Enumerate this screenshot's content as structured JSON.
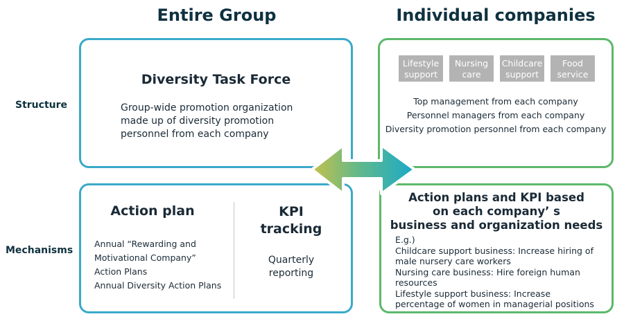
{
  "columns": {
    "left": "Entire Group",
    "right": "Individual companies"
  },
  "rows": {
    "structure": "Structure",
    "mechanisms": "Mechanisms"
  },
  "group_structure": {
    "title": "Diversity Task Force",
    "description": [
      "Group-wide promotion organization",
      "made up of diversity promotion",
      "personnel from each company"
    ]
  },
  "company_structure": {
    "chips": [
      [
        "Lifestyle",
        "support"
      ],
      [
        "Nursing",
        "care"
      ],
      [
        "Childcare",
        "support"
      ],
      [
        "Food",
        "service"
      ]
    ],
    "lines": [
      "Top management from each company",
      "Personnel managers from each company",
      "Diversity promotion personnel from each company"
    ]
  },
  "action_plan": {
    "title": "Action plan",
    "items": [
      "Annual “Rewarding and",
      "Motivational Company”",
      "Action Plans",
      "Annual Diversity Action Plans"
    ]
  },
  "kpi": {
    "title": [
      "KPI",
      "tracking"
    ],
    "text": [
      "Quarterly",
      "reporting"
    ]
  },
  "company_mechanisms": {
    "title": [
      "Action plans and KPI based",
      "on each company’ s",
      "business and organization needs"
    ],
    "lines": [
      "E.g.)",
      "Childcare support business: Increase hiring of",
      "male nursery care workers",
      "Nursing care business: Hire foreign human",
      "resources",
      "Lifestyle support business: Increase",
      "percentage of women in managerial positions"
    ]
  },
  "colors": {
    "blue": "#3aa9c9",
    "green": "#5cb86a",
    "gray_chip": "#b3b3b3"
  }
}
